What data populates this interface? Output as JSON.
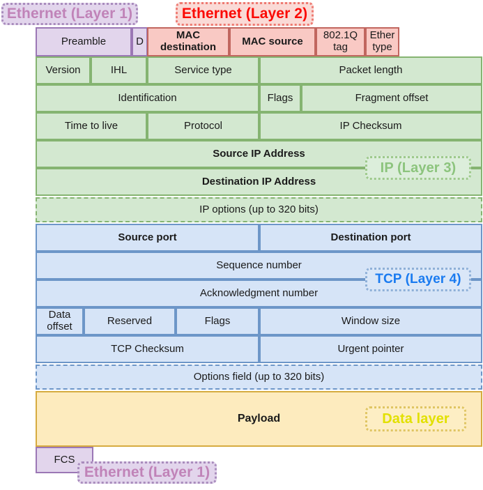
{
  "diagram": {
    "title": "TCP/IP packet encapsulation structure",
    "colors": {
      "ethernet_l1_fill": "#e2d5ec",
      "ethernet_l1_border": "#9b77b5",
      "ethernet_l1_text": "#c083b8",
      "ethernet_l2_fill": "#f9c9c4",
      "ethernet_l2_border": "#c1665f",
      "ethernet_l2_text": "#fb0a05",
      "ip_fill": "#d3e8d0",
      "ip_border": "#85b471",
      "ip_text": "#8cc47d",
      "tcp_fill": "#d6e4f7",
      "tcp_border": "#6d96c8",
      "tcp_text": "#1a7bf0",
      "data_fill": "#fdebbe",
      "data_border": "#d6ab3f",
      "data_text": "#e2e000"
    }
  },
  "badges": {
    "ethernet_layer1_top": "Ethernet (Layer 1)",
    "ethernet_layer2": "Ethernet (Layer 2)",
    "ip_layer3": "IP (Layer 3)",
    "tcp_layer4": "TCP (Layer 4)",
    "data_layer": "Data layer",
    "ethernet_layer1_bottom": "Ethernet (Layer 1)"
  },
  "rows": {
    "ethernet_header": {
      "preamble": "Preamble",
      "delimiter": "D",
      "mac_destination": "MAC destination",
      "mac_source": "MAC source",
      "vlan_tag": "802.1Q tag",
      "ether_type": "Ether type"
    },
    "ip_row1": {
      "version": "Version",
      "ihl": "IHL",
      "service_type": "Service type",
      "packet_length": "Packet length"
    },
    "ip_row2": {
      "identification": "Identification",
      "flags": "Flags",
      "fragment_offset": "Fragment offset"
    },
    "ip_row3": {
      "time_to_live": "Time to live",
      "protocol": "Protocol",
      "ip_checksum": "IP Checksum"
    },
    "ip_row4": {
      "source_ip": "Source IP Address"
    },
    "ip_row5": {
      "destination_ip": "Destination IP Address"
    },
    "ip_row6": {
      "ip_options": "IP options (up to 320 bits)"
    },
    "tcp_row1": {
      "source_port": "Source port",
      "destination_port": "Destination port"
    },
    "tcp_row2": {
      "sequence_number": "Sequence number"
    },
    "tcp_row3": {
      "acknowledgment_number": "Acknowledgment number"
    },
    "tcp_row4": {
      "data_offset": "Data offset",
      "reserved": "Reserved",
      "flags": "Flags",
      "window_size": "Window size"
    },
    "tcp_row5": {
      "tcp_checksum": "TCP Checksum",
      "urgent_pointer": "Urgent pointer"
    },
    "tcp_row6": {
      "options_field": "Options field (up to 320 bits)"
    },
    "payload_row": {
      "payload": "Payload"
    },
    "fcs_row": {
      "fcs": "FCS"
    }
  }
}
